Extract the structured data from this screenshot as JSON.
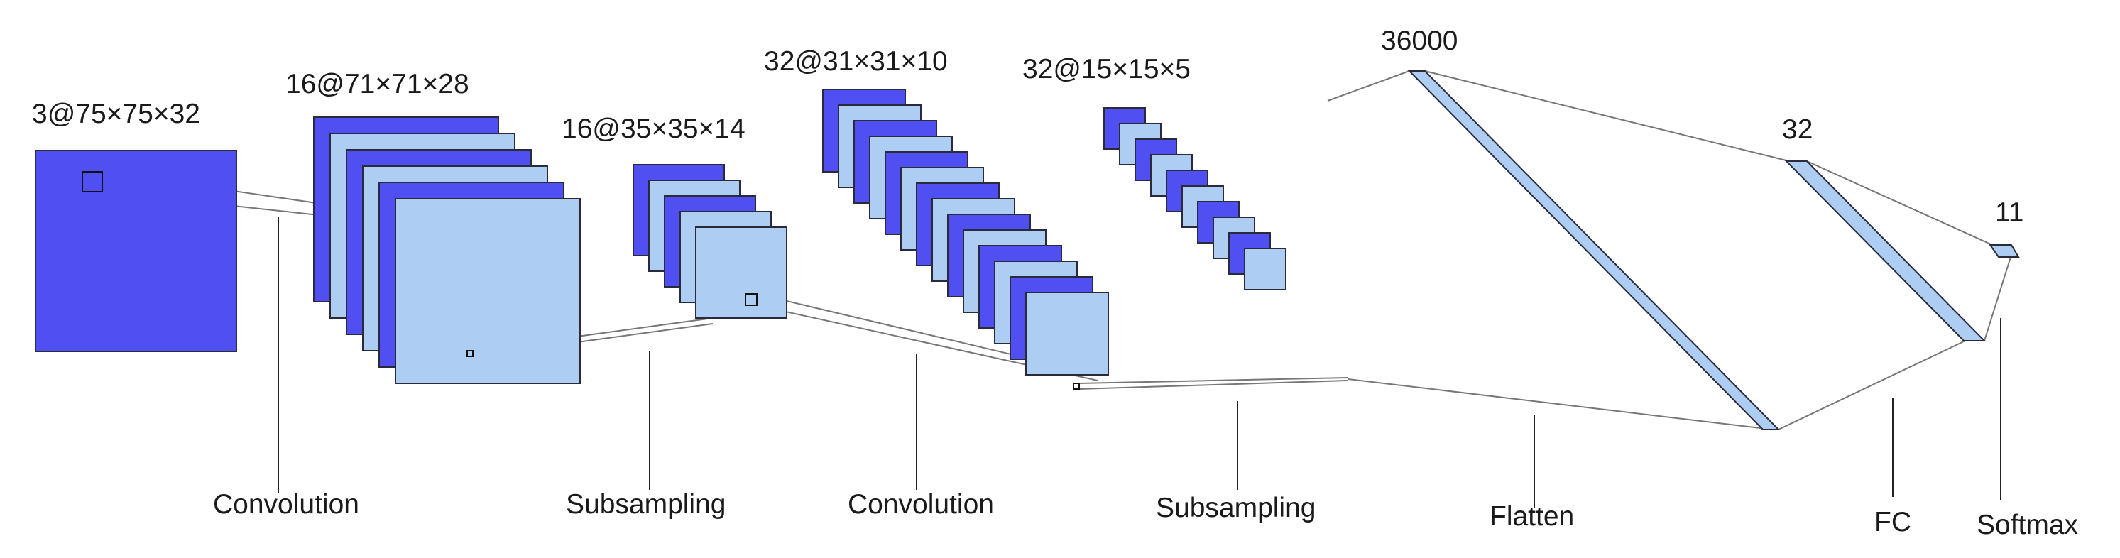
{
  "colors": {
    "dark_fill": "#5050f2",
    "light_fill": "#aecdf3",
    "stroke": "#2a2a3a",
    "connector": "#777777",
    "text": "#1a1a1a"
  },
  "layers": [
    {
      "id": "input",
      "label": "3@75×75×32"
    },
    {
      "id": "conv1",
      "label": "16@71×71×28"
    },
    {
      "id": "pool1",
      "label": "16@35×35×14"
    },
    {
      "id": "conv2",
      "label": "32@31×31×10"
    },
    {
      "id": "pool2",
      "label": "32@15×15×5"
    },
    {
      "id": "flatten",
      "label": "36000"
    },
    {
      "id": "fc",
      "label": "32"
    },
    {
      "id": "softmax",
      "label": "11"
    }
  ],
  "operations": [
    "Convolution",
    "Subsampling",
    "Convolution",
    "Subsampling",
    "Flatten",
    "FC",
    "Softmax"
  ]
}
